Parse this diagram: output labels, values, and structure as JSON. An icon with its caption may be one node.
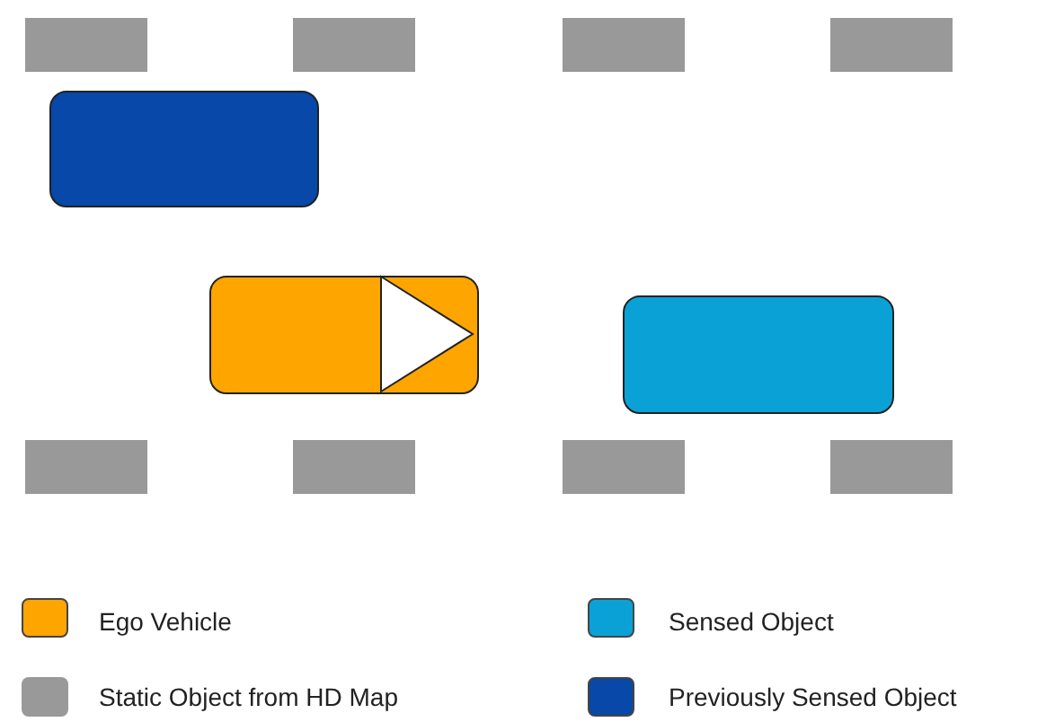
{
  "diagram": {
    "legend": [
      {
        "text": "Ego Vehicle",
        "color": "#ffa500"
      },
      {
        "text": "Sensed Object",
        "color": "#0aa2d6"
      },
      {
        "text": "Static Object from HD Map",
        "color": "#999999"
      },
      {
        "text": "Previously Sensed Object",
        "color": "#0748a8"
      }
    ]
  }
}
